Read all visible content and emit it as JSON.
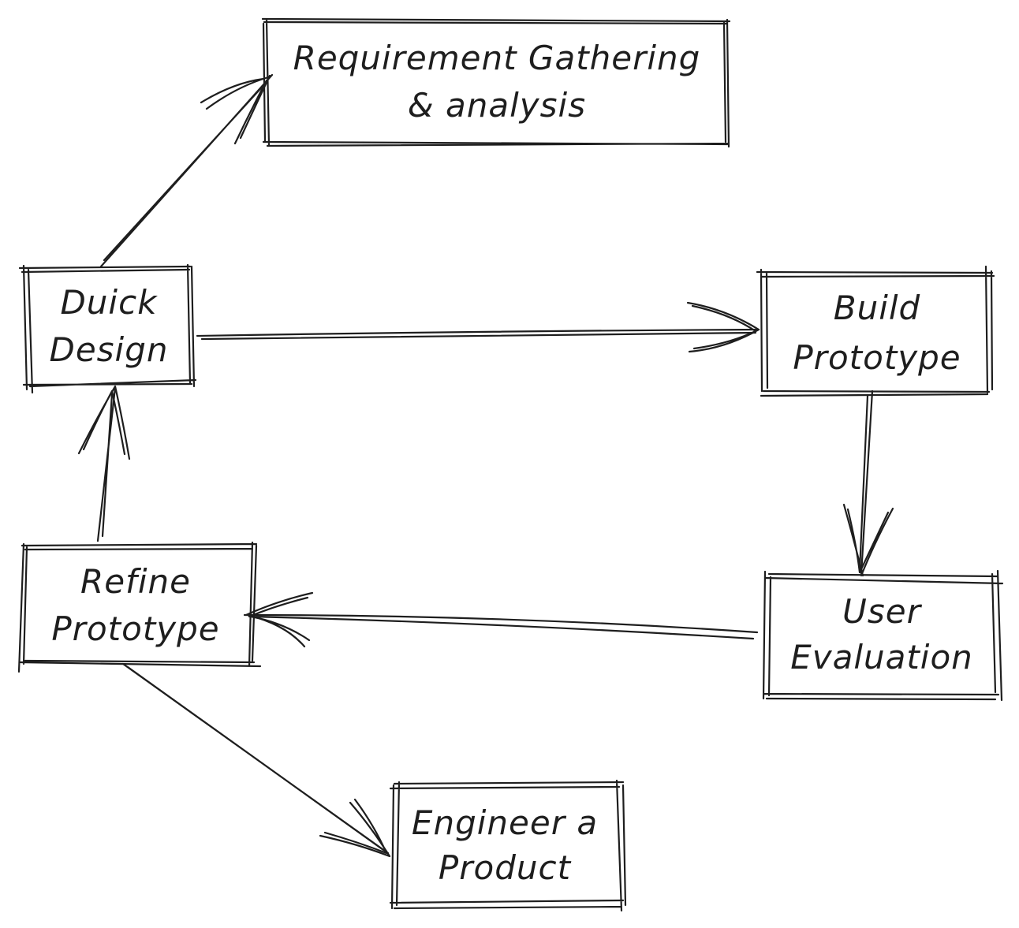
{
  "nodes": {
    "requirement": {
      "line1": "Requirement Gathering",
      "line2": "& analysis"
    },
    "quick_design": {
      "line1": "Duick",
      "line2": "Design"
    },
    "build_prototype": {
      "line1": "Build",
      "line2": "Prototype"
    },
    "user_evaluation": {
      "line1": "User",
      "line2": "Evaluation"
    },
    "refine_prototype": {
      "line1": "Refine",
      "line2": "Prototype"
    },
    "engineer_product": {
      "line1": "Engineer a",
      "line2": "Product"
    }
  },
  "edges": [
    {
      "from": "quick_design",
      "to": "requirement"
    },
    {
      "from": "quick_design",
      "to": "build_prototype"
    },
    {
      "from": "build_prototype",
      "to": "user_evaluation"
    },
    {
      "from": "user_evaluation",
      "to": "refine_prototype"
    },
    {
      "from": "refine_prototype",
      "to": "quick_design"
    },
    {
      "from": "refine_prototype",
      "to": "engineer_product"
    }
  ]
}
